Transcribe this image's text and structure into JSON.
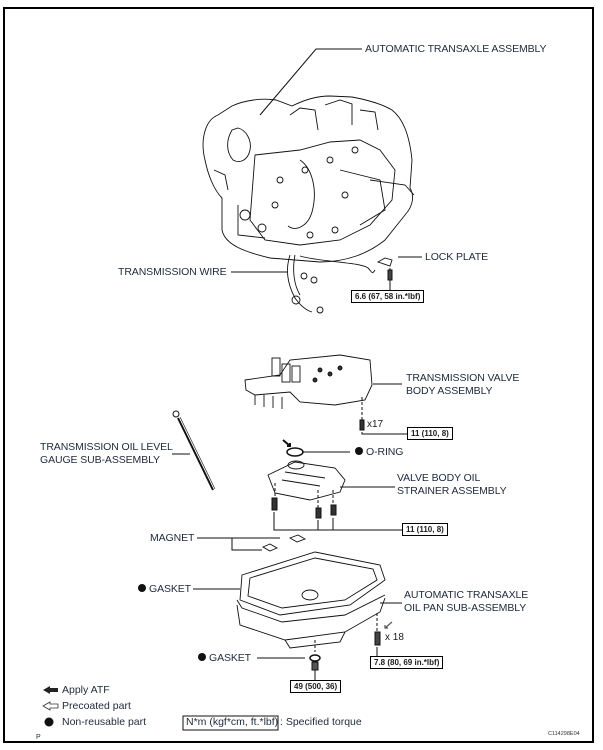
{
  "labels": {
    "automatic_transaxle_assembly": "AUTOMATIC TRANSAXLE ASSEMBLY",
    "lock_plate": "LOCK PLATE",
    "transmission_wire": "TRANSMISSION WIRE",
    "transmission_valve_body_assembly": [
      "TRANSMISSION VALVE",
      "BODY ASSEMBLY"
    ],
    "o_ring": "O-RING",
    "oil_level_gauge": [
      "TRANSMISSION OIL LEVEL",
      "GAUGE SUB-ASSEMBLY"
    ],
    "valve_body_oil_strainer": [
      "VALVE BODY OIL",
      "STRAINER ASSEMBLY"
    ],
    "magnet": "MAGNET",
    "gasket_upper": "GASKET",
    "oil_pan": [
      "AUTOMATIC TRANSAXLE",
      "OIL PAN SUB-ASSEMBLY"
    ],
    "gasket_lower": "GASKET"
  },
  "torques": {
    "lock_plate_bolt": "6.6 (67, 58 in.*lbf)",
    "valve_body_bolts": "11 (110, 8)",
    "strainer_bolts": "11 (110, 8)",
    "oil_pan_bolts": "7.8 (80, 69 in.*lbf)",
    "drain_plug": "49 (500, 36)"
  },
  "quantities": {
    "valve_body_bolts": "x17",
    "oil_pan_bolts": "x 18"
  },
  "non_reusable_parts": [
    "O-RING",
    "GASKET",
    "GASKET"
  ],
  "legend": {
    "apply_atf": "Apply ATF",
    "precoated": "Precoated part",
    "non_reusable": "Non-reusable part",
    "torque_unit": "N*m (kgf*cm, ft.*lbf)",
    "torque_desc": ": Specified torque"
  },
  "footer": {
    "page_marker": "P",
    "illustration_code": "C114298E04"
  }
}
